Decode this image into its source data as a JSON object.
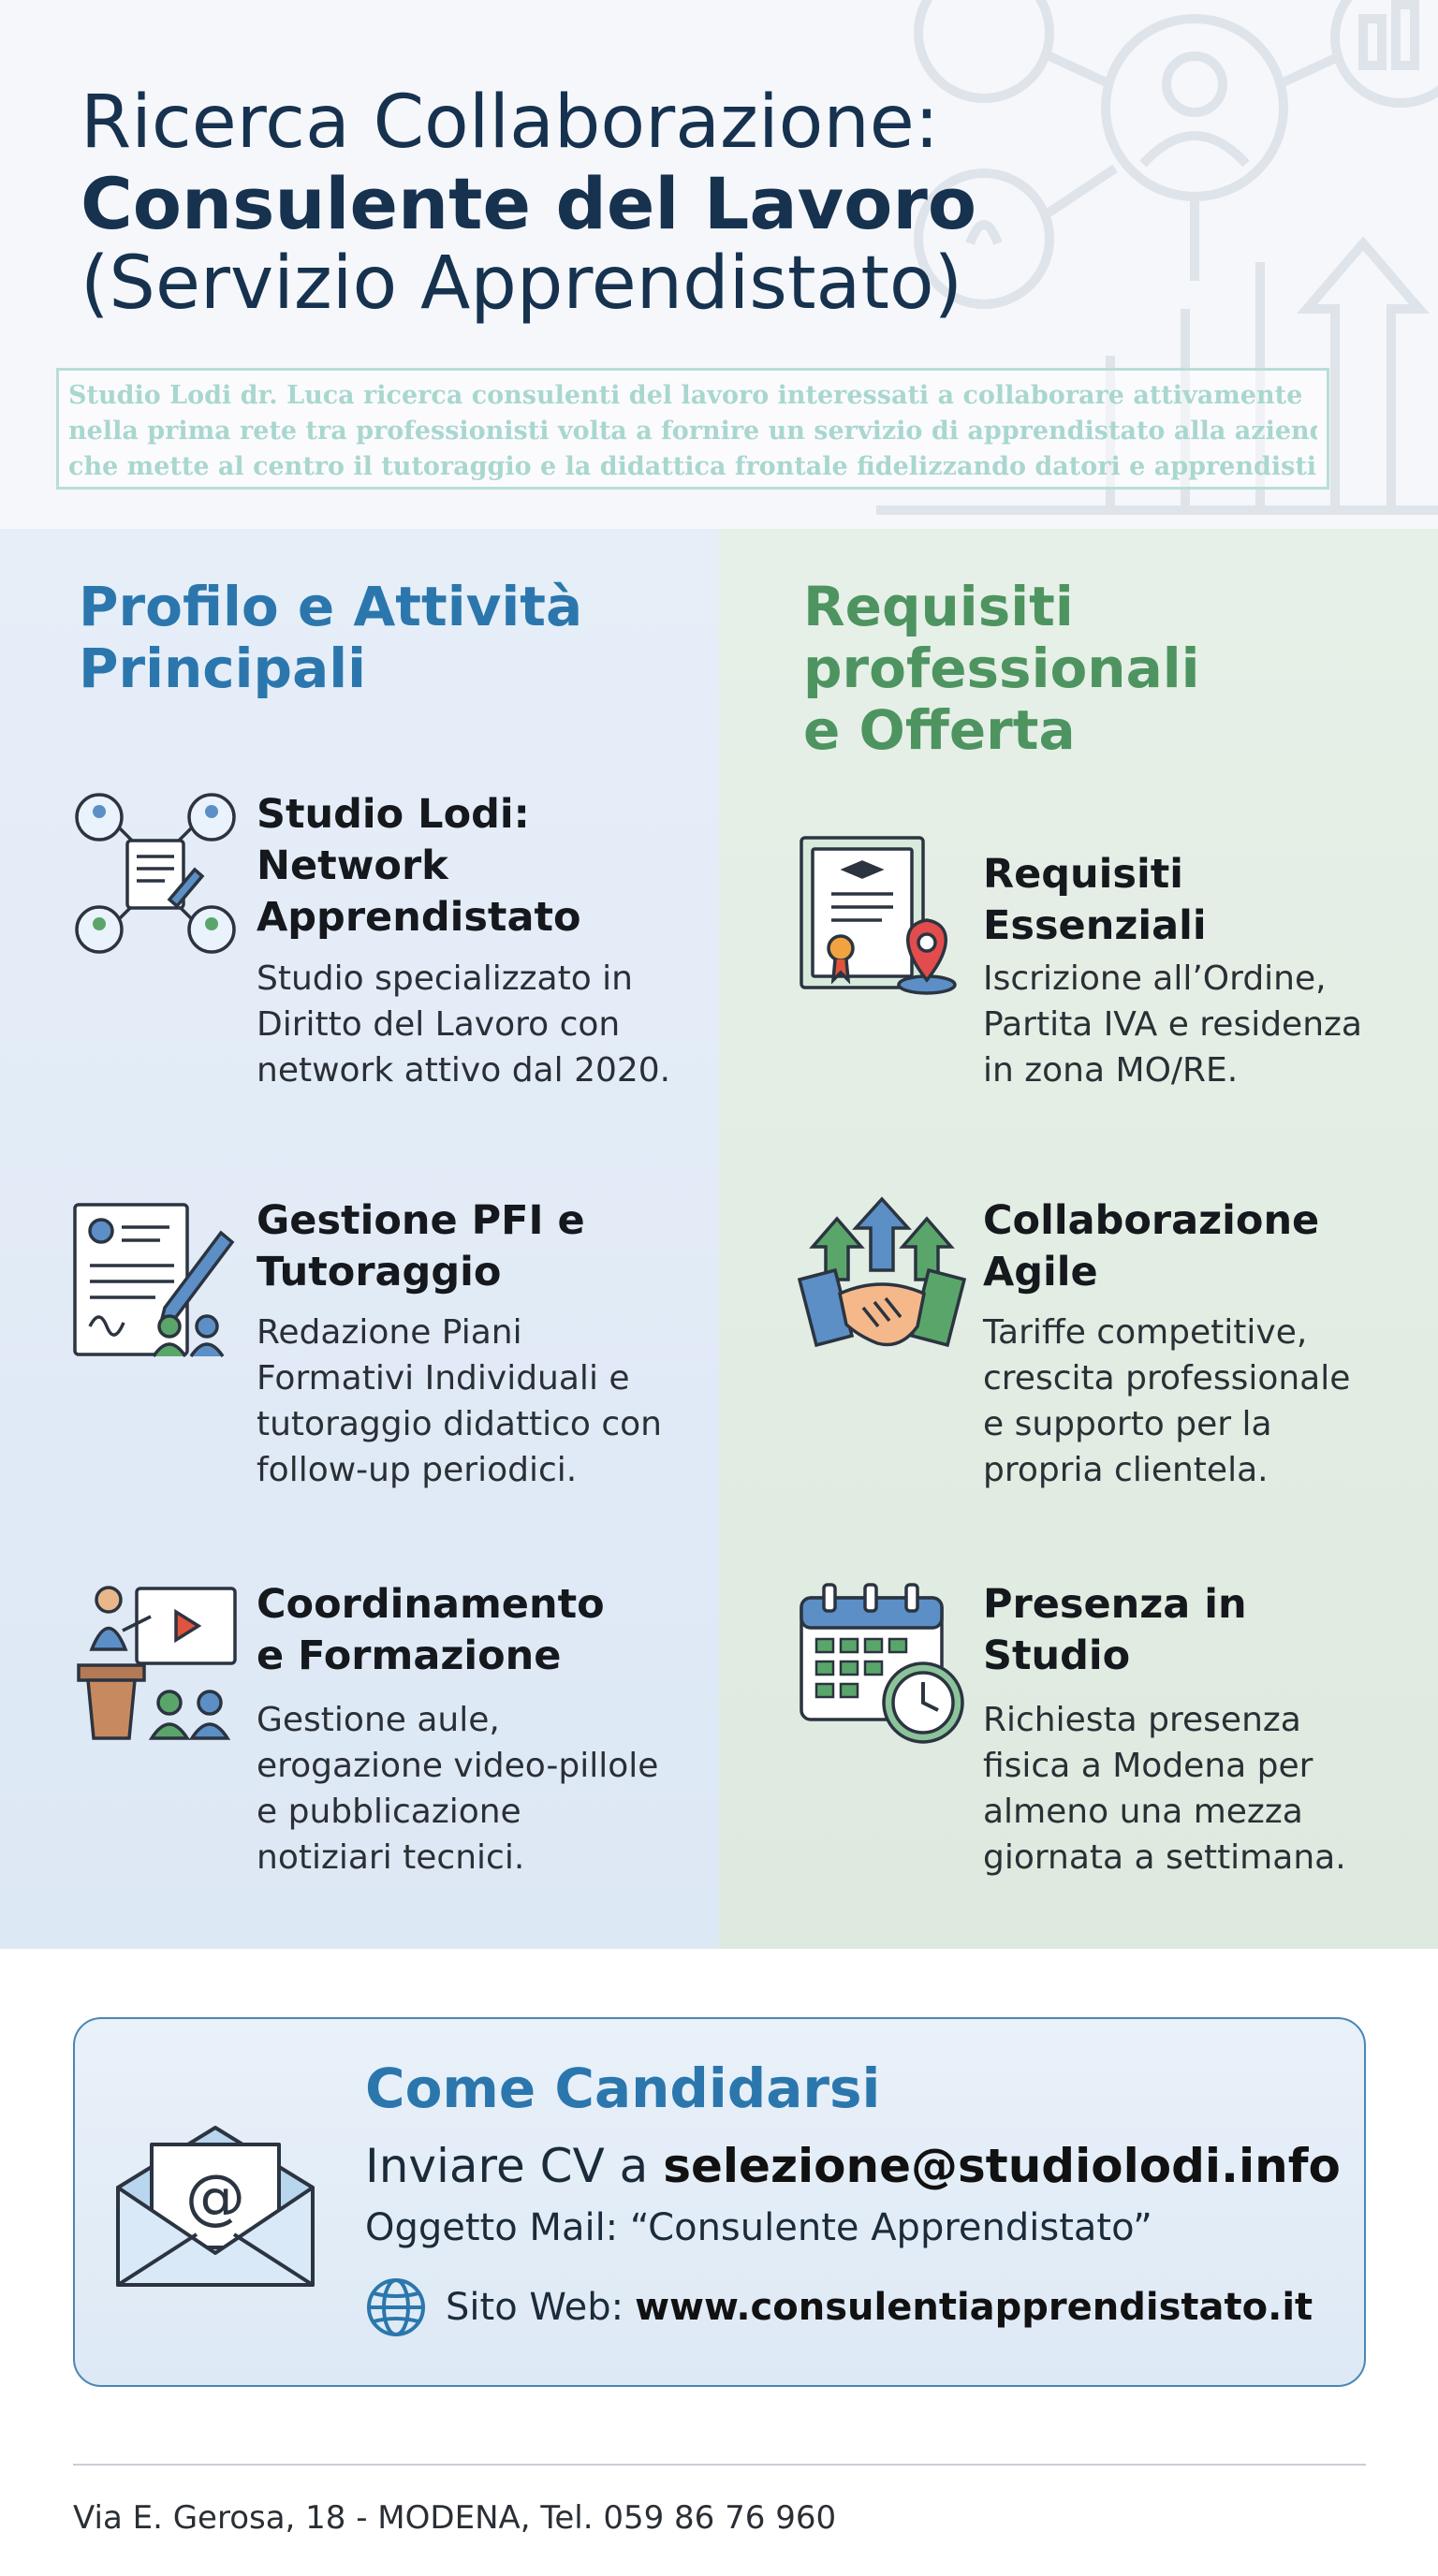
{
  "header": {
    "title_line1": "Ricerca Collaborazione:",
    "title_line2": "Consulente del Lavoro",
    "title_line3": "(Servizio Apprendistato)",
    "intro_lines": [
      "Studio Lodi dr. Luca ricerca consulenti del lavoro interessati a collaborare attivamente",
      "nella prima rete tra professionisti volta a fornire un servizio di apprendistato alla aziende",
      "che mette al centro il tutoraggio e la didattica frontale fidelizzando datori e apprendisti..."
    ]
  },
  "left": {
    "title_line1": "Profilo e Attività",
    "title_line2": "Principali",
    "items": [
      {
        "h": [
          "Studio Lodi:",
          "Network",
          "Apprendistato"
        ],
        "p": [
          "Studio specializzato in",
          "Diritto del Lavoro con",
          "network attivo dal 2020."
        ]
      },
      {
        "h": [
          "Gestione PFI e",
          "Tutoraggio"
        ],
        "p": [
          "Redazione Piani",
          "Formativi Individuali e",
          "tutoraggio didattico con",
          "follow-up periodici."
        ]
      },
      {
        "h": [
          "Coordinamento",
          "e Formazione"
        ],
        "p": [
          "Gestione aule,",
          "erogazione video-pillole",
          "e pubblicazione",
          "notiziari tecnici."
        ]
      }
    ]
  },
  "right": {
    "title_line1": "Requisiti",
    "title_line2": "professionali",
    "title_line3": "e Offerta",
    "items": [
      {
        "h": [
          "Requisiti",
          "Essenziali"
        ],
        "p": [
          "Iscrizione all’Ordine,",
          "Partita IVA e residenza",
          "in zona MO/RE."
        ]
      },
      {
        "h": [
          "Collaborazione",
          "Agile"
        ],
        "p": [
          "Tariffe competitive,",
          "crescita professionale",
          "e supporto per la",
          "propria clientela."
        ]
      },
      {
        "h": [
          "Presenza in",
          "Studio"
        ],
        "p": [
          "Richiesta presenza",
          "fisica a Modena per",
          "almeno una mezza",
          "giornata a settimana."
        ]
      }
    ]
  },
  "apply": {
    "title": "Come Candidarsi",
    "cv_prefix": "Inviare CV a ",
    "email": "selezione@studiolodi.info",
    "subject": "Oggetto Mail: “Consulente Apprendistato”",
    "web_prefix": "Sito Web:",
    "web": "www.consulentiapprendistato.it"
  },
  "footer": {
    "address": "Via E. Gerosa, 18 - MODENA, Tel. 059 86 76 960"
  },
  "colors": {
    "blue": "#2b77ad",
    "green": "#4e9460",
    "navy": "#16324f"
  }
}
